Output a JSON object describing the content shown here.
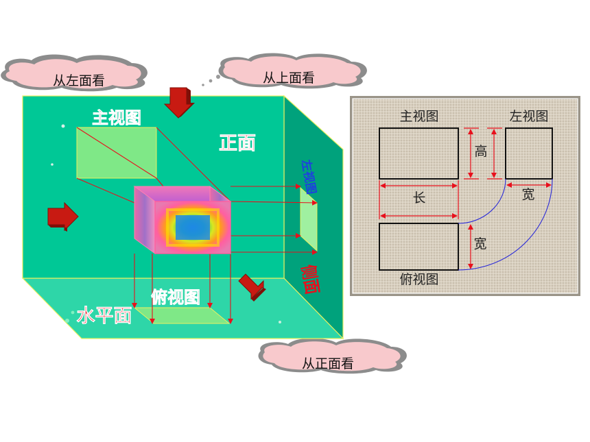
{
  "clouds": {
    "left": "从左面看",
    "top": "从上面看",
    "front": "从正面看"
  },
  "box_scene": {
    "front_view_label": "主视图",
    "front_face_label": "正面",
    "left_view_label": "左视图",
    "side_face_label": "侧面",
    "top_view_label": "俯视图",
    "horizontal_plane_label": "水平面"
  },
  "panel": {
    "front_view": "主视图",
    "left_view": "左视图",
    "top_view": "俯视图",
    "height": "高",
    "length": "长",
    "width_left": "宽",
    "width_top": "宽"
  },
  "colors": {
    "front_wall": "#00c896",
    "right_wall": "#00a27c",
    "floor": "#2ed6a8",
    "projection": "#7fe887",
    "arrow": "#c81a12",
    "panel_bg": "#d6cdbd"
  }
}
